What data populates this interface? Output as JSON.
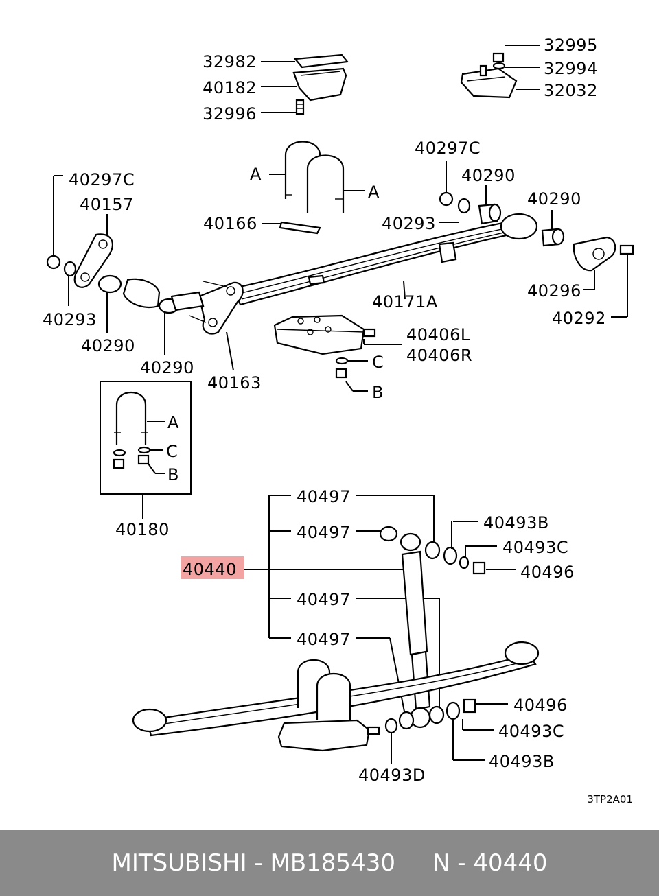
{
  "highlight_color": "#f4a3a3",
  "footer_color": "#8a8a8a",
  "callouts": {
    "c32982": "32982",
    "c40182": "40182",
    "c32996": "32996",
    "c32995": "32995",
    "c32994": "32994",
    "c32032": "32032",
    "c40297c_left": "40297C",
    "c40157": "40157",
    "c40293_left": "40293",
    "c40290_left1": "40290",
    "c40290_left2": "40290",
    "c40163": "40163",
    "c40166": "40166",
    "cA_top1": "A",
    "cA_top2": "A",
    "c40297c_right": "40297C",
    "c40290_right1": "40290",
    "c40293_right": "40293",
    "c40290_right2": "40290",
    "c40296": "40296",
    "c40292": "40292",
    "c40171a": "40171A",
    "c40406l": "40406L",
    "c40406r": "40406R",
    "cC_mid": "C",
    "cB_mid": "B",
    "cA_box": "A",
    "cC_box": "C",
    "cB_box": "B",
    "c40180": "40180",
    "c40497_1": "40497",
    "c40497_2": "40497",
    "c40497_3": "40497",
    "c40497_4": "40497",
    "c40440": "40440",
    "c40493b_top": "40493B",
    "c40493c_top": "40493C",
    "c40496_top": "40496",
    "c40496_bot": "40496",
    "c40493c_bot": "40493C",
    "c40493b_bot": "40493B",
    "c40493d": "40493D"
  },
  "diagram_code": "3TP2A01",
  "footer": {
    "text": "MITSUBISHI - MB185430     N - 40440"
  }
}
